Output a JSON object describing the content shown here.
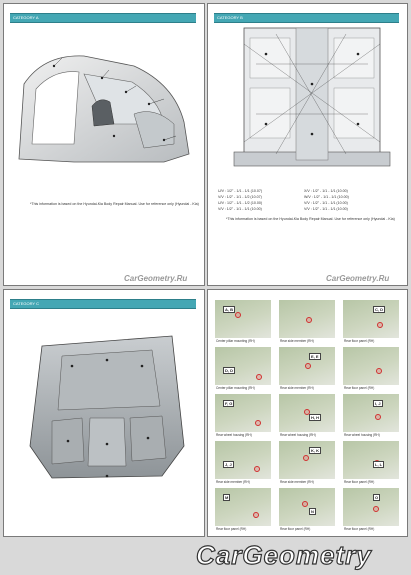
{
  "pages": [
    {
      "header": "CATEGORY A",
      "caption": "*This information is based on the Hyundai-Kia Body Repair Manual. Use for reference only (Hyundai - Kia)",
      "watermark": "CarGeometry.Ru"
    },
    {
      "header": "CATEGORY B",
      "codes": [
        "U/V : 1/2\" - 1/1 - 1/1 (10.07)",
        "V/V : 1/2\" - 1/1 - 1/2 (10.07)",
        "U/V : 1/2\" - 1/1 - 1/2 (10.00)",
        "X/V : 1/2\" - 1/1 - 1/1 (10.00)",
        "W/V : 1/2\" - 1/1 - 1/1 (10.00)",
        "V/V : 1/2\" - 1/1 - 1/1 (10.00)",
        "V/V : 1/2\" - 1/1 - 1/1 (10.00)",
        "V/V : 1/2\" - 1/1 - 1/1 (10.00)"
      ],
      "caption": "*This information is based on the Hyundai-Kia Body Repair Manual. Use for reference only (Hyundai - Kia)",
      "watermark": "CarGeometry.Ru"
    },
    {
      "header": "CATEGORY C"
    },
    {
      "thumbs": [
        {
          "tag": "A, B",
          "caption": "Center pillar mounting (RH)"
        },
        {
          "tag": "",
          "caption": "Rear side member (RH)"
        },
        {
          "tag": "C, D",
          "caption": "Rear floor panel (RH)"
        },
        {
          "tag": "D, D",
          "caption": "Center pillar mounting (RH)"
        },
        {
          "tag": "E, E",
          "caption": "Rear side member (RH)"
        },
        {
          "tag": "",
          "caption": "Rear floor panel (RH)"
        },
        {
          "tag": "F, G",
          "caption": "Rear wheel housing (RH)"
        },
        {
          "tag": "H, H",
          "caption": "Rear wheel housing (RH)"
        },
        {
          "tag": "I, J",
          "caption": "Rear wheel housing (RH)"
        },
        {
          "tag": "J, J",
          "caption": "Rear side member (RH)"
        },
        {
          "tag": "K, K",
          "caption": "Rear side member (RH)"
        },
        {
          "tag": "L, L",
          "caption": "Rear floor panel (RH)"
        },
        {
          "tag": "M",
          "caption": "Rear floor panel (RH)"
        },
        {
          "tag": "N",
          "caption": "Rear floor panel (RH)"
        },
        {
          "tag": "O",
          "caption": "Rear floor panel (RH)"
        }
      ]
    }
  ],
  "big_watermark": "CarGeometry"
}
